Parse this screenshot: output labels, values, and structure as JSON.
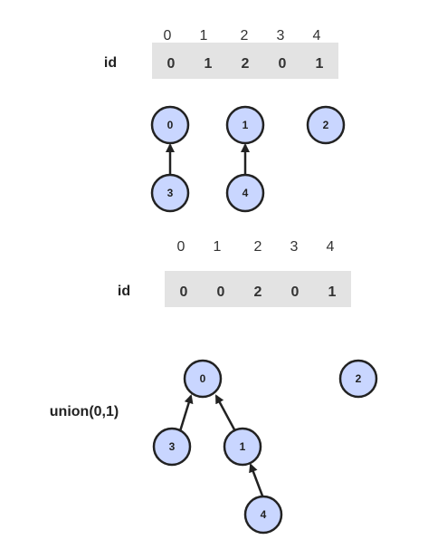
{
  "panel1": {
    "label": "id",
    "indices": [
      "0",
      "1",
      "2",
      "3",
      "4"
    ],
    "values": [
      "0",
      "1",
      "2",
      "0",
      "1"
    ],
    "nodes": [
      "0",
      "1",
      "2",
      "3",
      "4"
    ]
  },
  "panel2": {
    "label": "id",
    "indices": [
      "0",
      "1",
      "2",
      "3",
      "4"
    ],
    "values": [
      "0",
      "0",
      "2",
      "0",
      "1"
    ],
    "caption": "union(0,1)",
    "nodes": [
      "0",
      "1",
      "2",
      "3",
      "4"
    ]
  },
  "colors": {
    "node_fill": "#c9d6ff",
    "node_stroke": "#222222",
    "array_bg": "#e3e3e3"
  }
}
